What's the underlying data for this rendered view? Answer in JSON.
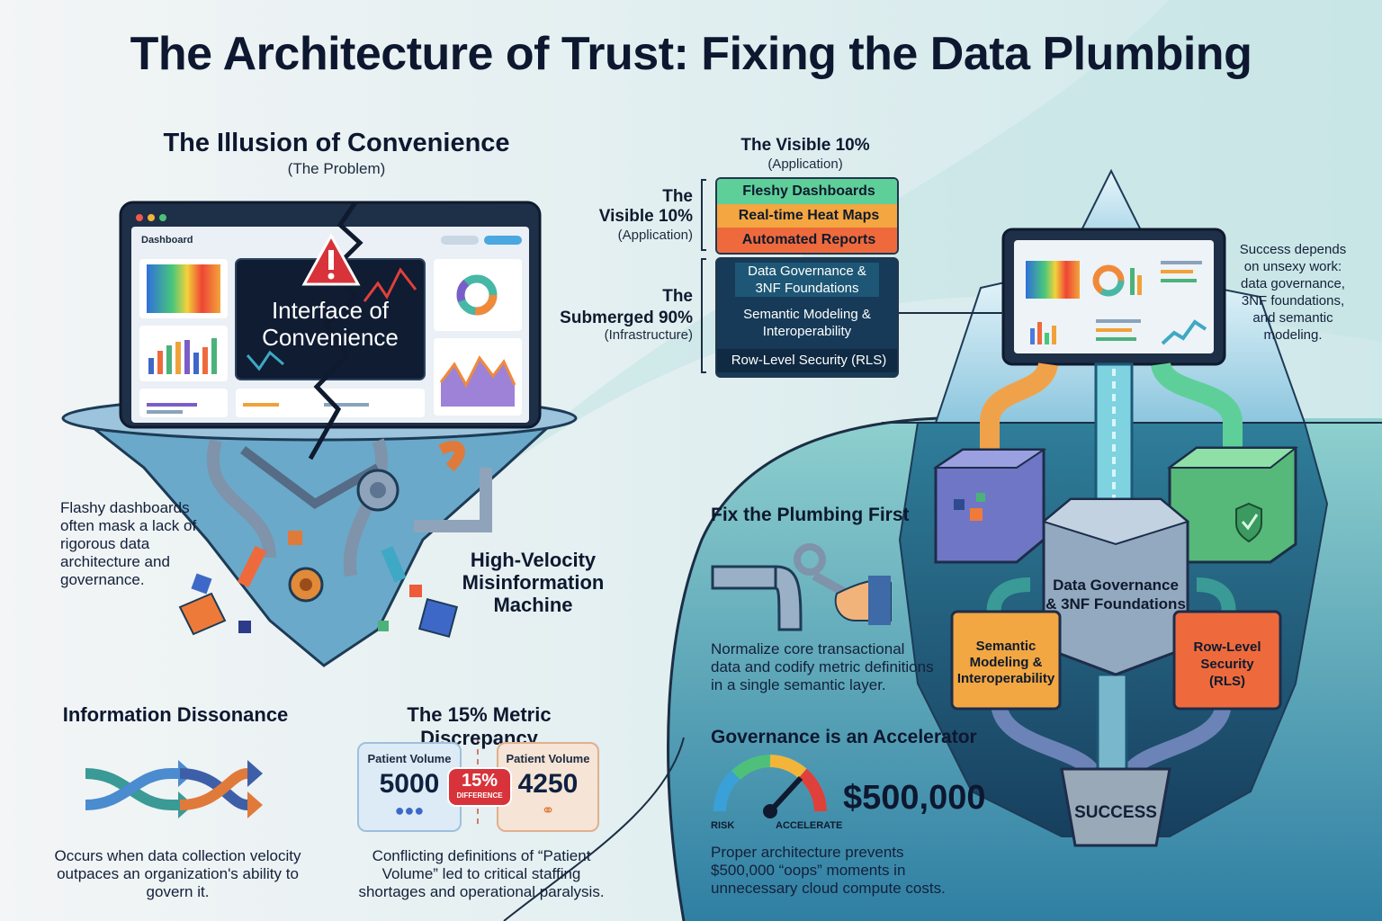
{
  "title": "The Architecture of Trust: Fixing the Data Plumbing",
  "problem": {
    "heading": "The Illusion of Convenience",
    "subheading": "(The Problem)",
    "dashboard_tab": "Dashboard",
    "interface_label_line1": "Interface of",
    "interface_label_line2": "Convenience",
    "mask_text": "Flashy dashboards often mask a lack of rigorous data architecture and governance.",
    "machine_label_line1": "High-Velocity",
    "machine_label_line2": "Misinformation",
    "machine_label_line3": "Machine"
  },
  "iceberg_stack": {
    "top_label": "The Visible 10%",
    "top_sublabel": "(Application)",
    "visible_label_line1": "The",
    "visible_label_line2": "Visible 10%",
    "visible_sublabel": "(Application)",
    "visible_items": [
      "Fleshy Dashboards",
      "Real-time Heat Maps",
      "Automated Reports"
    ],
    "submerged_label_line1": "The",
    "submerged_label_line2": "Submerged 90%",
    "submerged_sublabel": "(Infrastructure)",
    "submerged_items": [
      "Data Governance & 3NF Foundations",
      "Semantic Modeling & Interoperability",
      "Row-Level Security (RLS)"
    ]
  },
  "success_note": "Success depends on unsexy work: data governance, 3NF foundations, and semantic modeling.",
  "dissonance": {
    "heading": "Information Dissonance",
    "text": "Occurs when data collection velocity outpaces an organization's ability to govern it."
  },
  "discrepancy": {
    "heading": "The 15% Metric Discrepancy",
    "left_label": "Patient Volume",
    "left_value": "5000",
    "right_label": "Patient Volume",
    "right_value": "4250",
    "badge_value": "15%",
    "badge_label": "DIFFERENCE",
    "text": "Conflicting definitions of “Patient Volume” led to critical staffing shortages and operational paralysis."
  },
  "plumbing": {
    "heading": "Fix the Plumbing First",
    "text": "Normalize core transactional data and codify metric definitions in a single semantic layer."
  },
  "governance": {
    "heading": "Governance is an Accelerator",
    "gauge_left": "RISK",
    "gauge_right": "ACCELERATE",
    "amount": "$500,000",
    "text": "Proper architecture prevents $500,000 “oops” moments in unnecessary cloud compute costs."
  },
  "iceberg_diagram": {
    "center_block_line1": "Data Governance",
    "center_block_line2": "& 3NF Foundations",
    "left_block_line1": "Semantic",
    "left_block_line2": "Modeling &",
    "left_block_line3": "Interoperability",
    "right_block_line1": "Row-Level",
    "right_block_line2": "Security",
    "right_block_line3": "(RLS)",
    "success_label": "SUCCESS"
  },
  "colors": {
    "green": "#5fcf9a",
    "orange": "#f4a640",
    "red_orange": "#ee6a3c",
    "navy": "#163a57",
    "teal": "#2f8a9a",
    "alert_red": "#d8333a"
  }
}
